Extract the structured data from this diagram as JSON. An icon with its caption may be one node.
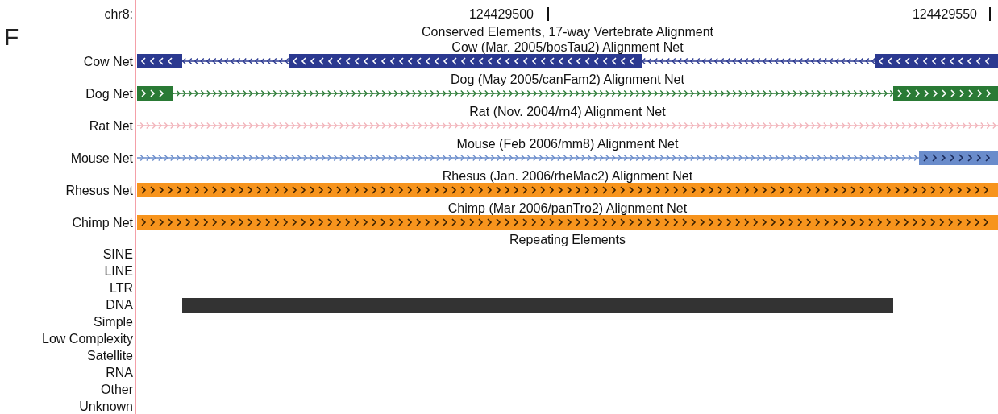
{
  "diagram": {
    "labels": [
      "chr8:",
      "124429500",
      "124429550",
      "Conserved Elements, 17-way Vertebrate Alignment",
      "F",
      "Cow Net",
      "Cow (Mar. 2005/bosTau2) Alignment Net",
      "Dog Net",
      "Dog (May 2005/canFam2) Alignment Net",
      "Rat Net",
      "Rat (Nov. 2004/rn4) Alignment Net",
      "Mouse Net",
      "Mouse (Feb 2006/mm8) Alignment Net",
      "Rhesus Net",
      "Rhesus (Jan. 2006/rheMac2) Alignment Net",
      "Chimp Net",
      "Chimp (Mar 2006/panTro2) Alignment Net",
      "Repeating Elements",
      "SINE",
      "LINE",
      "LTR",
      "DNA",
      "Simple",
      "Low Complexity",
      "Satellite",
      "RNA",
      "Other",
      "Unknown"
    ]
  }
}
